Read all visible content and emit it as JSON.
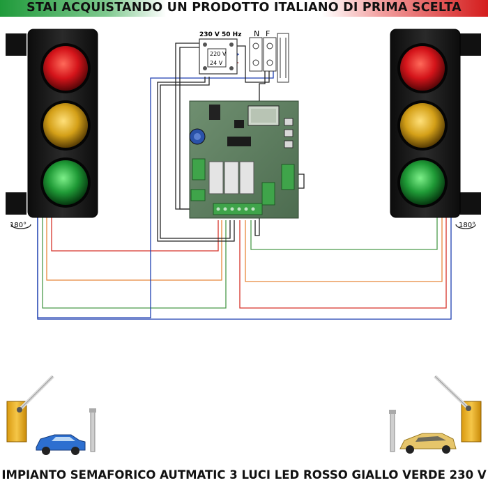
{
  "banner": {
    "text": "STAI ACQUISTANDO UN PRODOTTO ITALIANO DI PRIMA SCELTA",
    "colors": [
      "#1f9a3a",
      "#ffffff",
      "#d41c1c"
    ]
  },
  "power_box": {
    "title": "230 V 50 Hz",
    "input_label": "220 V",
    "output_label": "24 V"
  },
  "terminals": {
    "neutral": "N",
    "phase": "F"
  },
  "traffic_lights": {
    "left_rotation": "180°",
    "right_rotation": "180°",
    "lights": [
      "red",
      "yellow",
      "green"
    ]
  },
  "wire_colors": {
    "red": "#d6332a",
    "orange": "#e8873a",
    "green": "#4a9a4a",
    "blue": "#1d3fb0",
    "black": "#222222"
  },
  "footer": {
    "text": "IMPIANTO SEMAFORICO AUTMATIC 3 LUCI LED ROSSO GIALLO VERDE 230 V"
  }
}
